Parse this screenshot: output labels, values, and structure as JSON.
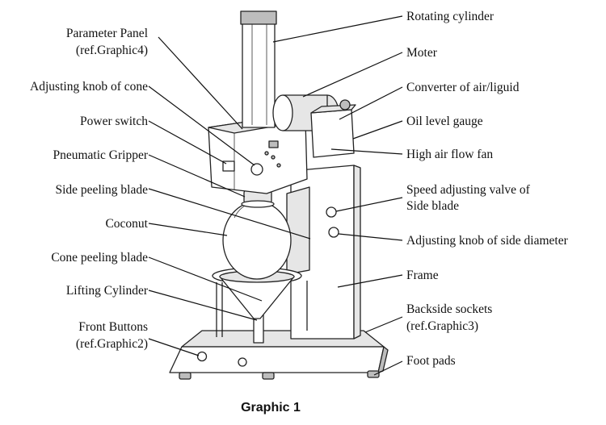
{
  "labels": {
    "rotating_cylinder": "Rotating cylinder",
    "moter": "Moter",
    "converter": "Converter of air/liguid",
    "oil_level_gauge": "Oil level gauge",
    "high_air_flow_fan": "High air flow fan",
    "speed_valve_line1": "Speed adjusting valve of",
    "speed_valve_line2": "Side blade",
    "side_diameter_knob": "Adjusting knob of side diameter",
    "frame": "Frame",
    "backside_sockets_line1": "Backside sockets",
    "backside_sockets_line2": "(ref.Graphic3)",
    "foot_pads": "Foot pads",
    "parameter_panel_line1": "Parameter  Panel",
    "parameter_panel_line2": "(ref.Graphic4)",
    "cone_knob": "Adjusting knob of cone",
    "power_switch": "Power  switch",
    "pneumatic_gripper": "Pneumatic  Gripper",
    "side_peeling_blade": "Side peeling blade",
    "coconut": "Coconut",
    "cone_peeling_blade": "Cone peeling blade",
    "lifting_cylinder": "Lifting Cylinder",
    "front_buttons_line1": "Front  Buttons",
    "front_buttons_line2": "(ref.Graphic2)"
  },
  "caption": "Graphic 1"
}
